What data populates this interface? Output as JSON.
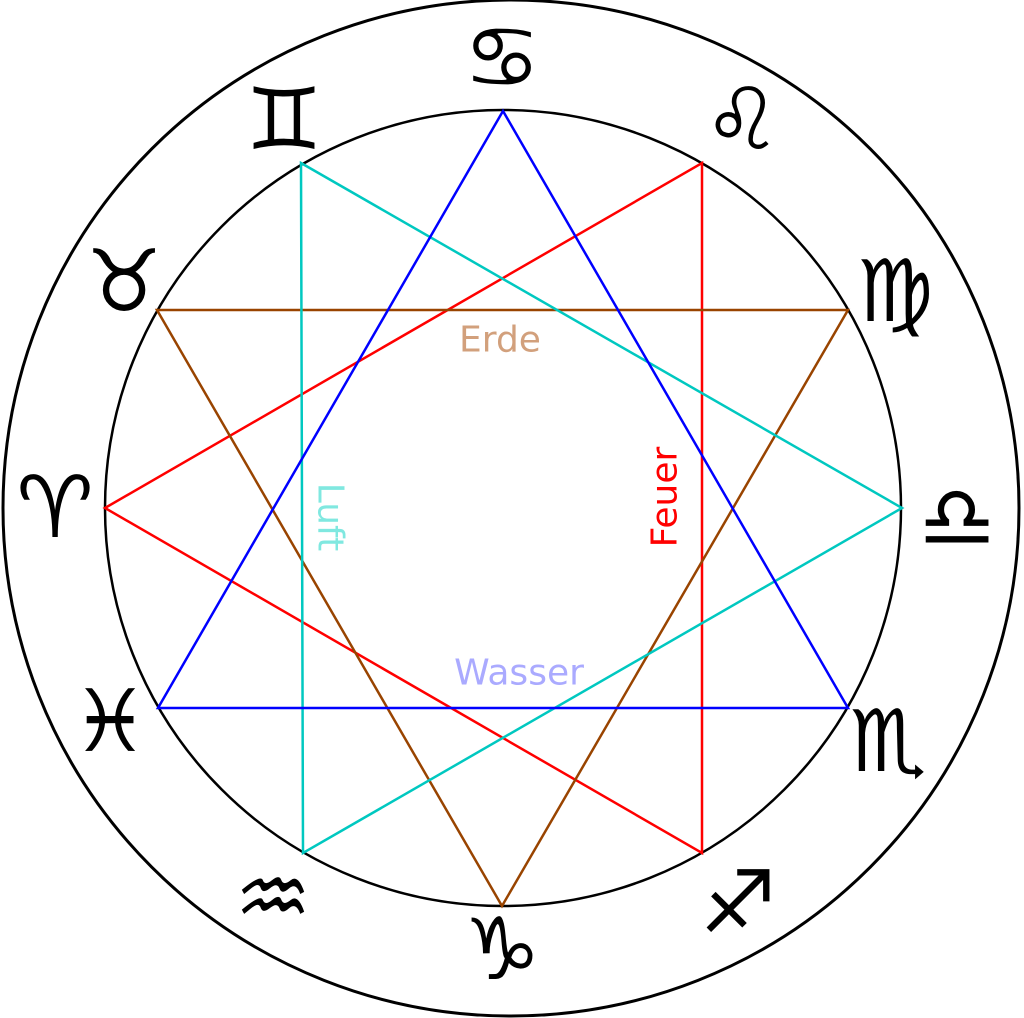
{
  "signs": {
    "aries": "♈",
    "taurus": "♉",
    "gemini": "♊",
    "cancer": "♋",
    "leo": "♌",
    "virgo": "♍",
    "libra": "♎",
    "scorpio": "♏",
    "sagittarius": "♐",
    "capricorn": "♑",
    "aquarius": "♒",
    "pisces": "♓"
  },
  "elements": {
    "fire": {
      "label": "Feuer",
      "color": "#ff0000",
      "text_color": "#ff0000"
    },
    "earth": {
      "label": "Erde",
      "color": "#994400",
      "text_color": "#d2a07c"
    },
    "air": {
      "label": "Luft",
      "color": "#00c8c0",
      "text_color": "#80e8e0"
    },
    "water": {
      "label": "Wasser",
      "color": "#0000ff",
      "text_color": "#aaaaff"
    }
  }
}
